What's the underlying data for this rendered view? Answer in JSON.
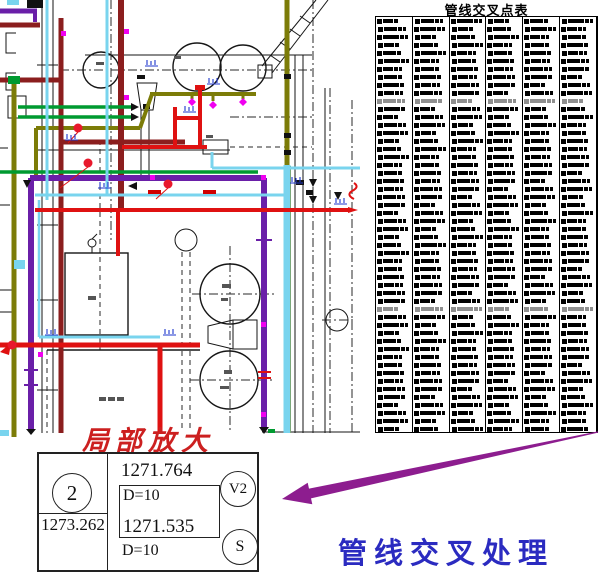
{
  "table": {
    "title": "管线交叉点表",
    "column_groups": 6,
    "rows": 52,
    "gray_rows": [
      10,
      36
    ],
    "cells_illegible": true
  },
  "captions": {
    "detail": "局部放大",
    "treatment": "管线交叉处理"
  },
  "detail_box": {
    "point_number": "2",
    "base_elevation": "1273.262",
    "lines": [
      {
        "elevation": "1271.764",
        "diameter": "D=10",
        "code": "V2"
      },
      {
        "elevation": "1271.535",
        "diameter": "D=10",
        "code": "S"
      }
    ]
  },
  "colors": {
    "arrow": "#8d1d8f",
    "caption_detail": "#cc2020",
    "caption_treatment": "#2b2bc0"
  },
  "icons": [
    "crossing-point-marker",
    "flow-arrow",
    "valve-diamond",
    "purple-arrow"
  ]
}
